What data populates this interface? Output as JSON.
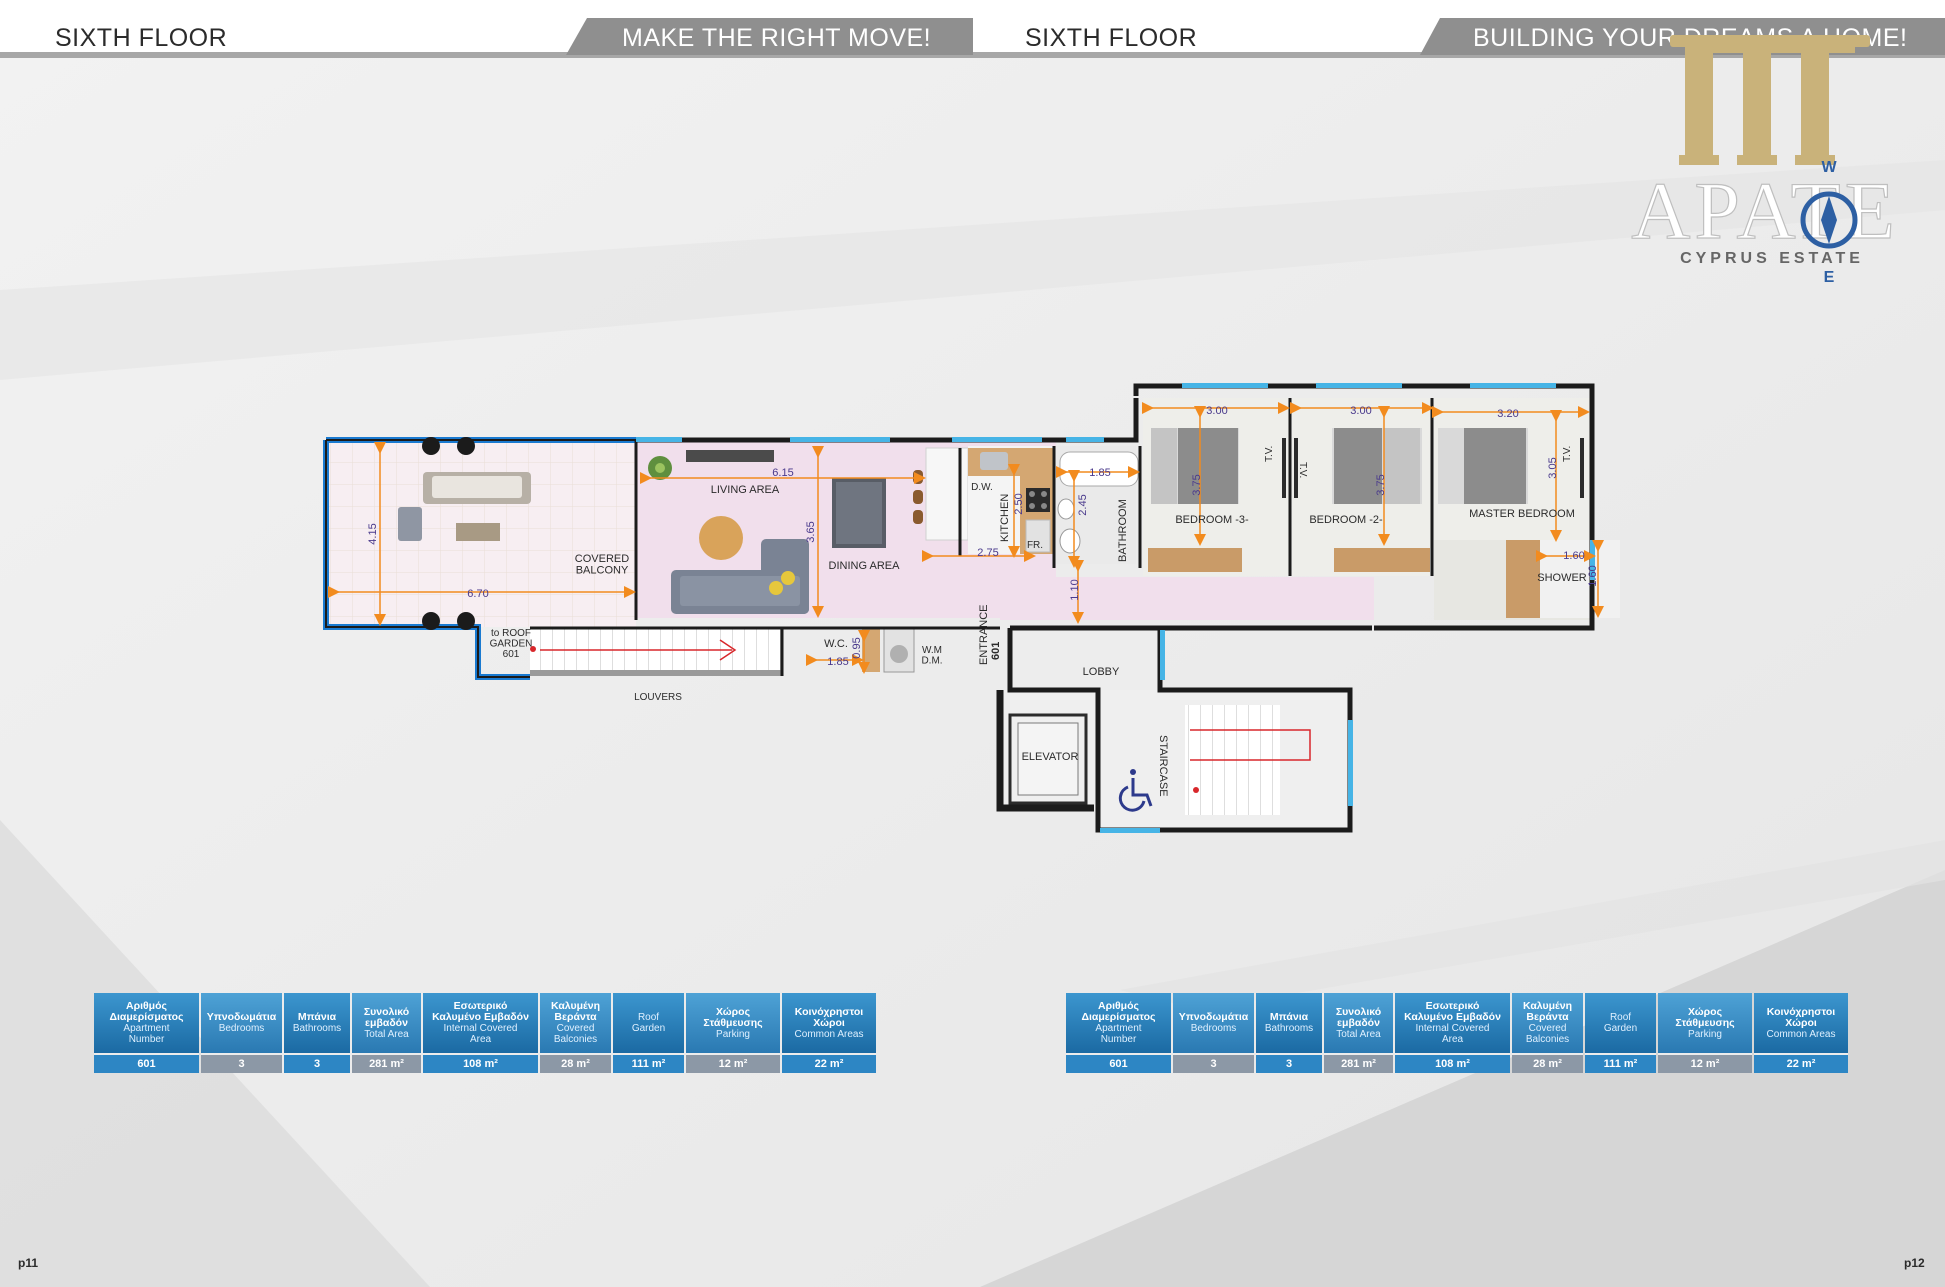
{
  "header": {
    "left_title": "SIXTH FLOOR",
    "left_slogan": "MAKE THE RIGHT MOVE!",
    "right_title": "SIXTH FLOOR",
    "right_slogan": "BUILDING YOUR DREAMS A HOME!"
  },
  "logo": {
    "name": "APATE",
    "tagline": "CYPRUS ESTATE",
    "compass_w": "W",
    "compass_e": "E"
  },
  "plan": {
    "rooms": {
      "covered_balcony": "COVERED\nBALCONY",
      "living_area": "LIVING AREA",
      "dining_area": "DINING AREA",
      "kitchen": "KITCHEN",
      "bathroom": "BATHROOM",
      "bedroom3": "BEDROOM -3-",
      "bedroom2": "BEDROOM -2-",
      "master_bedroom": "MASTER BEDROOM",
      "shower": "SHOWER",
      "wc": "W.C.",
      "entrance": "ENTRANCE",
      "apartment_tag": "601",
      "lobby": "LOBBY",
      "elevator": "ELEVATOR",
      "staircase": "STAIRCASE",
      "louvers": "LOUVERS",
      "roof_garden": "to ROOF\nGARDEN\n601",
      "dw": "D.W.",
      "fr": "FR.",
      "wm": "W.M\nD.M.",
      "tv": "T.V."
    },
    "dims": {
      "balcony_w": "6.70",
      "balcony_h": "4.15",
      "living_w": "6.15",
      "living_h": "3.65",
      "kitchen_h": "2.50",
      "dining_w": "2.75",
      "bath_w": "1.85",
      "bath_h": "2.45",
      "corridor_h": "1.10",
      "wc_w": "1.85",
      "wc_h": "0.95",
      "bed3_w": "3.00",
      "bed3_h": "3.75",
      "bed2_w": "3.00",
      "bed2_h": "3.75",
      "master_w": "3.20",
      "master_h": "3.05",
      "shower_w": "1.60",
      "shower_h": "1.60"
    }
  },
  "tables": {
    "headers": [
      {
        "gr": "Αριθμός\nΔιαμερίσματος",
        "en": "Apartment\nNumber"
      },
      {
        "gr": "Υπνοδωμάτια",
        "en": "Bedrooms"
      },
      {
        "gr": "Μπάνια",
        "en": "Bathrooms"
      },
      {
        "gr": "Συνολικό\nεμβαδόν",
        "en": "Total Area"
      },
      {
        "gr": "Εσωτερικό\nΚαλυμένο Εμβαδόν",
        "en": "Internal Covered\nArea"
      },
      {
        "gr": "Καλυμένη\nΒεράντα",
        "en": "Covered\nBalconies"
      },
      {
        "gr": "",
        "en": "Roof\nGarden"
      },
      {
        "gr": "Χώρος\nΣτάθμευσης",
        "en": "Parking"
      },
      {
        "gr": "Κοινόχρηστοι\nΧώροι",
        "en": "Common Areas"
      }
    ],
    "row": [
      "601",
      "3",
      "3",
      "281 m²",
      "108 m²",
      "28 m²",
      "111 m²",
      "12 m²",
      "22 m²"
    ]
  },
  "footer": {
    "left_page": "p11",
    "right_page": "p12"
  },
  "colors": {
    "table_blue": "#2d86c4",
    "table_grey": "#8c98a6",
    "window_blue": "#46b4e6",
    "living_pink": "#f1dfec",
    "dimension_orange": "#f28b1e",
    "dimension_text": "#4a3a8c",
    "logo_gold": "#c9b27a"
  },
  "icons": [
    "compass-icon",
    "column-icon",
    "wheelchair-icon",
    "sofa-icon",
    "bed-icon",
    "plant-icon",
    "stove-icon",
    "sink-icon",
    "toilet-icon",
    "washing-machine-icon"
  ]
}
